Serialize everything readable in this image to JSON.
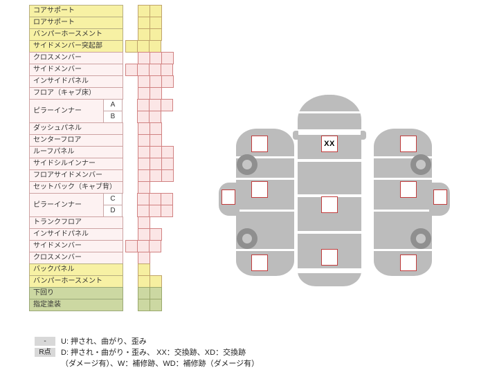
{
  "table": {
    "rows": [
      {
        "label": "コアサポート",
        "color": "yellow",
        "cells": 2
      },
      {
        "label": "ロアサポート",
        "color": "yellow",
        "cells": 2
      },
      {
        "label": "バンパーホースメント",
        "color": "yellow",
        "cells": 2
      },
      {
        "label": "サイドメンバー突起部",
        "color": "yellow",
        "cells": 3
      },
      {
        "label": "クロスメンバー",
        "color": "pink",
        "cells": 3
      },
      {
        "label": "サイドメンバー",
        "color": "pink",
        "cells": 4
      },
      {
        "label": "インサイドパネル",
        "color": "pink",
        "cells": 3
      },
      {
        "label": "フロア（キャブ床）",
        "color": "pink",
        "cells": 2
      },
      {
        "label": "ピラーインナー",
        "sub": "A",
        "color": "pink",
        "cells": 3
      },
      {
        "sub": "B",
        "color": "pink",
        "cells": 2
      },
      {
        "label": "ダッシュパネル",
        "color": "pink",
        "cells": 2
      },
      {
        "label": "センターフロア",
        "color": "pink",
        "cells": 2
      },
      {
        "label": "ルーフパネル",
        "color": "pink",
        "cells": 3
      },
      {
        "label": "サイドシルインナー",
        "color": "pink",
        "cells": 3
      },
      {
        "label": "フロアサイドメンバー",
        "color": "pink",
        "cells": 3
      },
      {
        "label": "セットバック（キャブ背）",
        "color": "pink",
        "cells": 1
      },
      {
        "label": "ピラーインナー",
        "sub": "C",
        "color": "pink",
        "cells": 3
      },
      {
        "sub": "D",
        "color": "pink",
        "cells": 3
      },
      {
        "label": "トランクフロア",
        "color": "pink",
        "cells": 1
      },
      {
        "label": "インサイドパネル",
        "color": "pink",
        "cells": 2
      },
      {
        "label": "サイドメンバー",
        "color": "pink",
        "cells": 3
      },
      {
        "label": "クロスメンバー",
        "color": "pink",
        "cells": 1
      },
      {
        "label": "バックパネル",
        "color": "yellow",
        "cells": 1
      },
      {
        "label": "バンパーホースメント",
        "color": "yellow",
        "cells": 2
      },
      {
        "label": "下回り",
        "color": "green",
        "cells": 2
      },
      {
        "label": "指定塗装",
        "color": "green",
        "cells": 2
      }
    ]
  },
  "legend": {
    "items": [
      {
        "key": "-",
        "text": "U: 押され、曲がり、歪み"
      },
      {
        "key": "R点",
        "text": "D: 押され・曲がり・歪み、 XX：交換跡、XD：交換跡"
      },
      {
        "key": "",
        "text": "（ダメージ有）、W：補修跡、WD：補修跡（ダメージ有）"
      }
    ]
  },
  "diagram": {
    "xx_mark": "XX"
  },
  "colors": {
    "yellow_row": "#f7f1a4",
    "pink_cell": "#fbe6e6",
    "green_row": "#ccd8a2",
    "cell_border": "#d08080",
    "car_gray": "#bcbcbc",
    "mark_border": "#c23b3b"
  }
}
